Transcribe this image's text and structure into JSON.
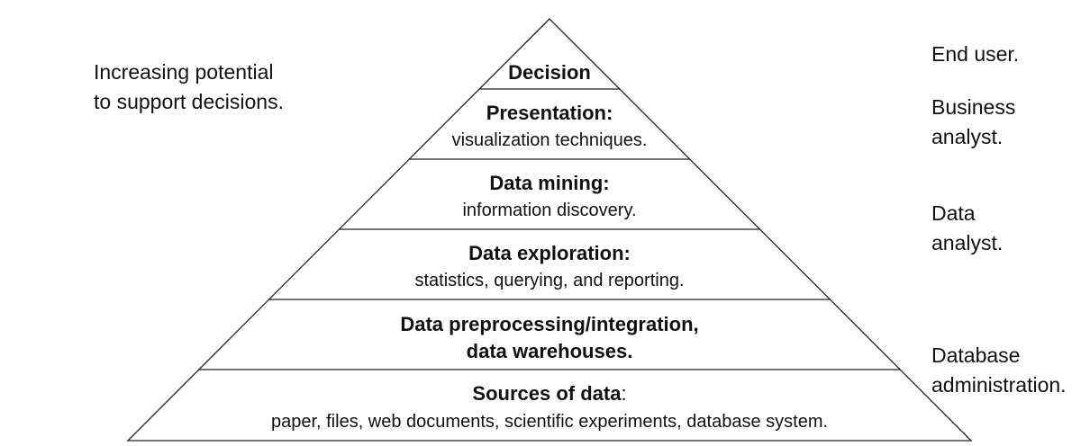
{
  "left_note": {
    "line1": "Increasing potential",
    "line2": "to support decisions."
  },
  "layers": [
    {
      "title": "Decision",
      "desc": ""
    },
    {
      "title": "Presentation:",
      "desc": "visualization techniques."
    },
    {
      "title": "Data mining:",
      "desc": "information discovery."
    },
    {
      "title": "Data exploration:",
      "desc": "statistics, querying, and reporting."
    },
    {
      "title": "Data preprocessing/integration,",
      "title2": "data warehouses."
    },
    {
      "title": "Sources of data",
      "colon": ":",
      "desc": "paper, files, web documents, scientific experiments, database system."
    }
  ],
  "roles": [
    {
      "line1": "End user.",
      "line2": ""
    },
    {
      "line1": "Business",
      "line2": "analyst."
    },
    {
      "line1": "Data",
      "line2": "analyst."
    },
    {
      "line1": "Database",
      "line2": "administration."
    }
  ]
}
